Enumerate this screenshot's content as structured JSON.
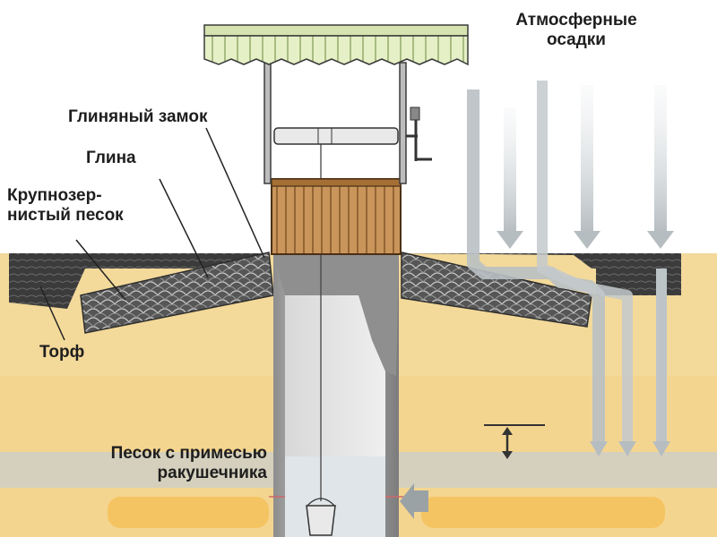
{
  "labels": {
    "precipitation": [
      "Атмосферные",
      "осадки"
    ],
    "clay_lock": "Глиняный замок",
    "clay": "Глина",
    "coarse_sand": [
      "Крупнозер-",
      "нистый песок"
    ],
    "peat": "Торф",
    "sand_shell": [
      "Песок с примесью",
      "ракушечника"
    ]
  },
  "colors": {
    "sand": "#f3d99a",
    "sand_deep": "#f5c462",
    "peat": "#3a3a3a",
    "clay": "#5a5a5a",
    "wood": "#c9955a",
    "roof": "#e4efc4",
    "rain": "#bcc3c7",
    "water_band": "#c7cdd0",
    "ground_line": "#9c9c9c"
  },
  "icons": {
    "rain_arrows": "down-arrow-icon",
    "bucket": "bucket-icon",
    "crank": "crank-handle-icon",
    "level_marker": "double-arrow-icon",
    "inflow": "left-arrow-icon"
  }
}
